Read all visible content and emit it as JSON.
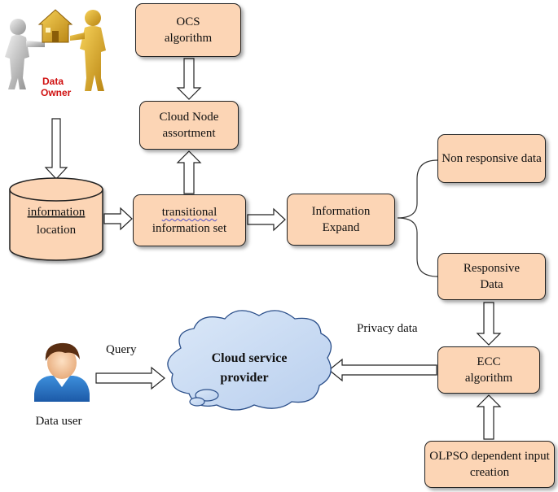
{
  "nodes": {
    "ocs": "OCS algorithm",
    "cloud_node": "Cloud Node assortment",
    "info_location": [
      "information",
      "location"
    ],
    "transitional": [
      "transitional",
      "information set"
    ],
    "info_expand": "Information Expand",
    "non_responsive": "Non responsive data",
    "responsive": "Responsive Data",
    "ecc": "ECC algorithm",
    "olpso": "OLPSO dependent input creation",
    "cloud_provider": [
      "Cloud service",
      "provider"
    ]
  },
  "actors": {
    "data_owner": [
      "Data",
      "Owner"
    ],
    "data_user": "Data user"
  },
  "edge_labels": {
    "query": "Query",
    "privacy": "Privacy data"
  },
  "icons": {
    "data_owner": "two-figures-with-house-icon",
    "data_user": "person-avatar-icon",
    "database": "cylinder-icon",
    "cloud": "cloud-icon"
  },
  "colors": {
    "box_fill": "#fcd5b5",
    "cloud_fill": "#cfe0f5",
    "owner_text": "#d01010"
  }
}
